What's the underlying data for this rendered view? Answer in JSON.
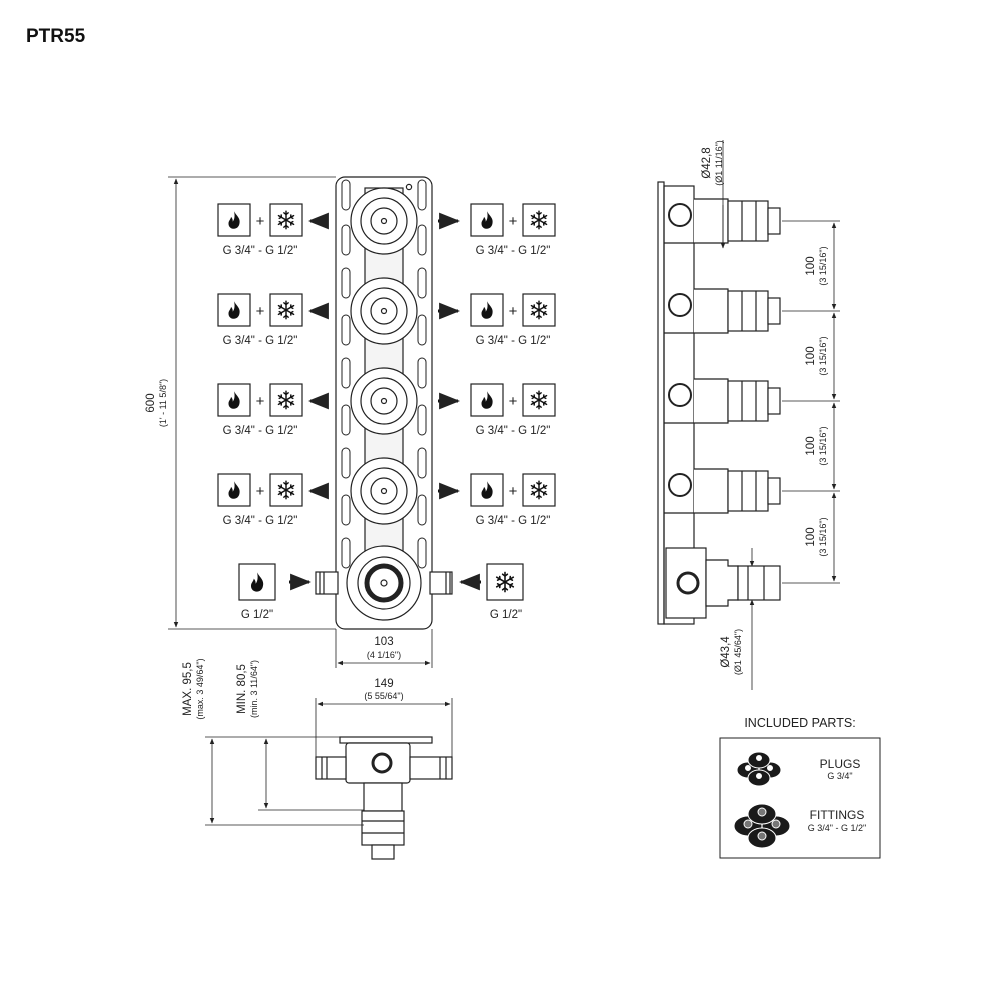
{
  "product_code": "PTR55",
  "outlets": [
    {
      "connection": "G 3/4\" - G 1/2\""
    },
    {
      "connection": "G 3/4\" - G 1/2\""
    },
    {
      "connection": "G 3/4\" - G 1/2\""
    },
    {
      "connection": "G 3/4\" - G 1/2\""
    }
  ],
  "inlets": {
    "hot": {
      "connection": "G 1/2\"",
      "icon": "flame-icon"
    },
    "cold": {
      "connection": "G 1/2\"",
      "icon": "snowflake-icon"
    }
  },
  "dimensions": {
    "height": {
      "mm": "600",
      "inch": "(1' - 11 5/8\")"
    },
    "plate_width": {
      "mm": "103",
      "inch": "(4 1/16\")"
    },
    "overall_width": {
      "mm": "149",
      "inch": "(5 55/64\")"
    },
    "depth_max": {
      "mm": "MAX. 95,5",
      "inch": "(max. 3 49/64\")"
    },
    "depth_min": {
      "mm": "MIN. 80,5",
      "inch": "(min. 3 11/64\")"
    },
    "outlet_diameter": {
      "mm": "Ø42,8",
      "inch": "(Ø1 11/16\")"
    },
    "inlet_diameter": {
      "mm": "Ø43,4",
      "inch": "(Ø1 45/64\")"
    },
    "spacing": [
      {
        "mm": "100",
        "inch": "(3 15/16\")"
      },
      {
        "mm": "100",
        "inch": "(3 15/16\")"
      },
      {
        "mm": "100",
        "inch": "(3 15/16\")"
      },
      {
        "mm": "100",
        "inch": "(3 15/16\")"
      }
    ]
  },
  "included_parts": {
    "title": "INCLUDED PARTS:",
    "items": [
      {
        "name": "PLUGS",
        "spec": "G 3/4\""
      },
      {
        "name": "FITTINGS",
        "spec": "G 3/4\" - G 1/2\""
      }
    ]
  },
  "colors": {
    "line": "#222222",
    "fill_dark": "#1a1a1a"
  }
}
